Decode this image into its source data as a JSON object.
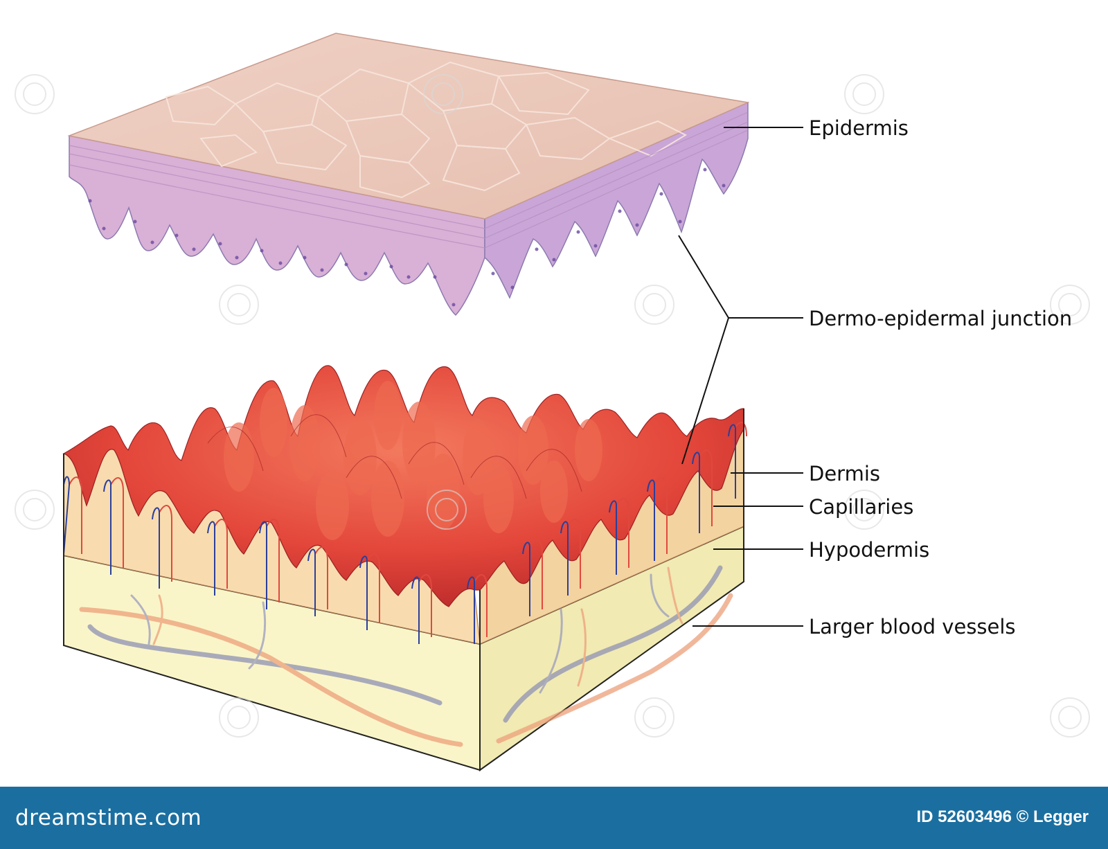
{
  "labels": {
    "epidermis": "Epidermis",
    "junction": "Dermo-epidermal junction",
    "dermis": "Dermis",
    "capillaries": "Capillaries",
    "hypodermis": "Hypodermis",
    "vessels": "Larger blood vessels"
  },
  "footer": {
    "site": "dreamstime.com",
    "id": "ID 52603496 © Legger"
  },
  "colors": {
    "epidermis_top": "#ecc9bb",
    "epidermis_side": "#dcb2d4",
    "basal_layer": "#b9a2d6",
    "papillae": "#e3463a",
    "dermis": "#f7ddb2",
    "hypodermis": "#faf4c6",
    "artery": "#e0483e",
    "vein": "#2b3f9a",
    "footer_bar": "#1b6fa0"
  }
}
